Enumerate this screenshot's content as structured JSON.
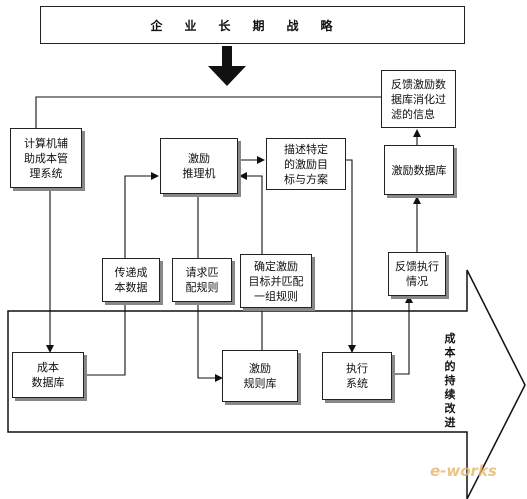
{
  "banner": {
    "title": "企业长期战略"
  },
  "nodes": {
    "cost_system": "计算机辅\n助成本管\n理系统",
    "inference_engine": "激励\n推理机",
    "describe_target": "描述特定\n的激励目\n标与方案",
    "feedback_filtered": "反馈激励数\n据库消化过\n滤的信息",
    "incentive_db": "激励数据库",
    "transfer_cost": "传递成\n本数据",
    "request_match": "请求匹\n配规则",
    "determine_target": "确定激励\n目标并匹配\n一组规则",
    "feedback_exec": "反馈执行\n情况",
    "cost_db": "成本\n数据库",
    "rule_db": "激励\n规则库",
    "execution": "执行\n系统"
  },
  "continuous_improvement": "成本的持续改进",
  "watermark": "e-works"
}
